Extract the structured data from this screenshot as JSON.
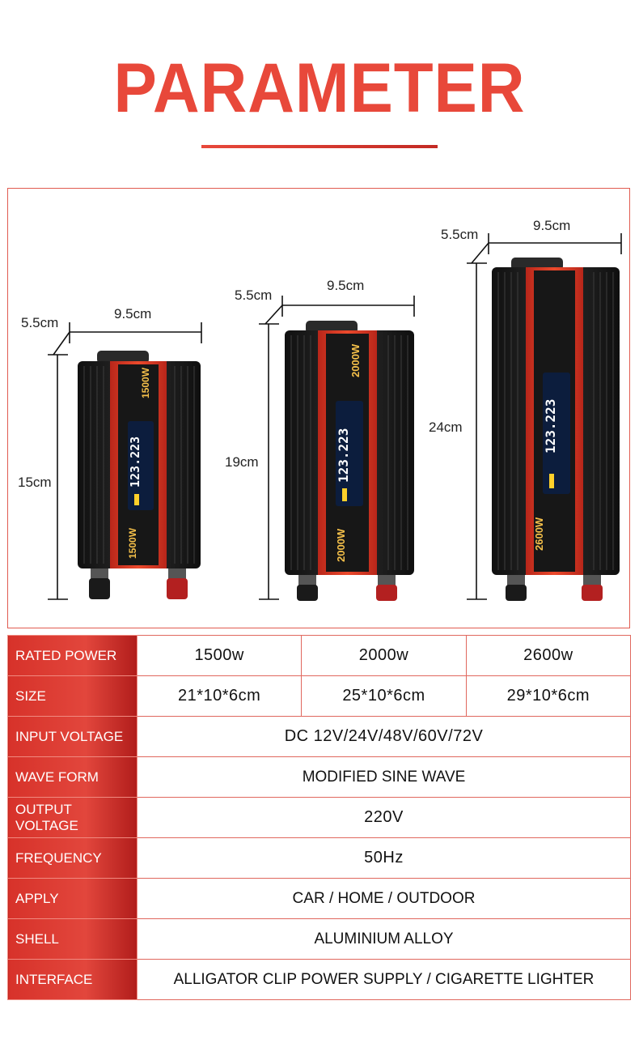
{
  "header": {
    "title": "PARAMETER"
  },
  "products": [
    {
      "model_label": "1500W",
      "display_text": "123.223",
      "width_label": "9.5cm",
      "depth_label": "5.5cm",
      "height_label": "15cm"
    },
    {
      "model_label": "2000W",
      "display_text": "123.223",
      "width_label": "9.5cm",
      "depth_label": "5.5cm",
      "height_label": "19cm"
    },
    {
      "model_label": "2600W",
      "display_text": "123.223",
      "width_label": "9.5cm",
      "depth_label": "5.5cm",
      "height_label": "24cm"
    }
  ],
  "colors": {
    "accent": "#e8483a",
    "label_bg": "#d7322a",
    "body": "#1b1b1b",
    "panel": "#e03a22",
    "screen": "#0c1d3d"
  },
  "spec_table": {
    "rows": [
      {
        "label": "RATED POWER",
        "values": [
          "1500w",
          "2000w",
          "2600w"
        ]
      },
      {
        "label": "SIZE",
        "values": [
          "21*10*6cm",
          "25*10*6cm",
          "29*10*6cm"
        ]
      },
      {
        "label": "INPUT VOLTAGE",
        "values": [
          "DC 12V/24V/48V/60V/72V"
        ]
      },
      {
        "label": "WAVE FORM",
        "values": [
          "MODIFIED SINE WAVE"
        ]
      },
      {
        "label": "OUTPUT VOLTAGE",
        "values": [
          "220V"
        ]
      },
      {
        "label": "FREQUENCY",
        "values": [
          "50Hz"
        ]
      },
      {
        "label": "APPLY",
        "values": [
          "CAR / HOME / OUTDOOR"
        ]
      },
      {
        "label": "SHELL",
        "values": [
          "ALUMINIUM ALLOY"
        ]
      },
      {
        "label": "INTERFACE",
        "values": [
          "ALLIGATOR CLIP POWER SUPPLY / CIGARETTE LIGHTER"
        ]
      }
    ]
  }
}
